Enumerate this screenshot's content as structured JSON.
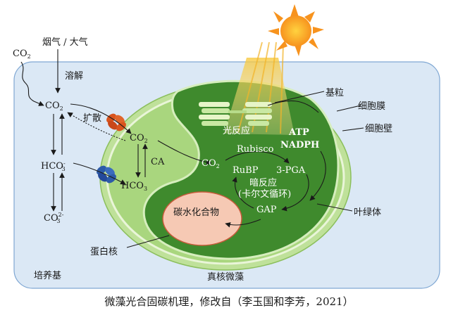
{
  "labels": {
    "flue_gas": "烟气 / 大气",
    "co2_outside": "CO",
    "dissolve": "溶解",
    "co2_medium": "CO",
    "diffuse": "扩散",
    "hco3_medium": "HCO",
    "co3_medium": "CO",
    "co2_cell": "CO",
    "ca": "CA",
    "hco3_cell": "HCO",
    "co2_chloro": "CO",
    "rubisco": "Rubisco",
    "rubp": "RuBP",
    "pga": "3-PGA",
    "dark_reaction": "暗反应",
    "calvin_cycle": "(卡尔文循环)",
    "gap": "GAP",
    "light_reaction": "光反应",
    "atp": "ATP",
    "nadph": "NADPH",
    "carbohydrate": "碳水化合物",
    "grana": "基粒",
    "cell_membrane": "细胞膜",
    "cell_wall": "细胞壁",
    "chloroplast": "叶绿体",
    "pyrenoid": "蛋白核",
    "medium": "培养基",
    "microalgae": "真核微藻"
  },
  "subscripts": {
    "two": "2",
    "minus": "-",
    "three": "3",
    "two_minus": "2-"
  },
  "caption": "微藻光合固碳机理，修改自（李玉国和李芳，2021）",
  "colors": {
    "medium_fill": "#dbe8f5",
    "cell_wall": "#9fcf72",
    "chloroplast": "#3f8a2d",
    "pyrenoid": "#f6c9b4",
    "sun": "#f7931e",
    "transporter_orange": "#d9541e",
    "transporter_blue": "#2d5ba8"
  }
}
